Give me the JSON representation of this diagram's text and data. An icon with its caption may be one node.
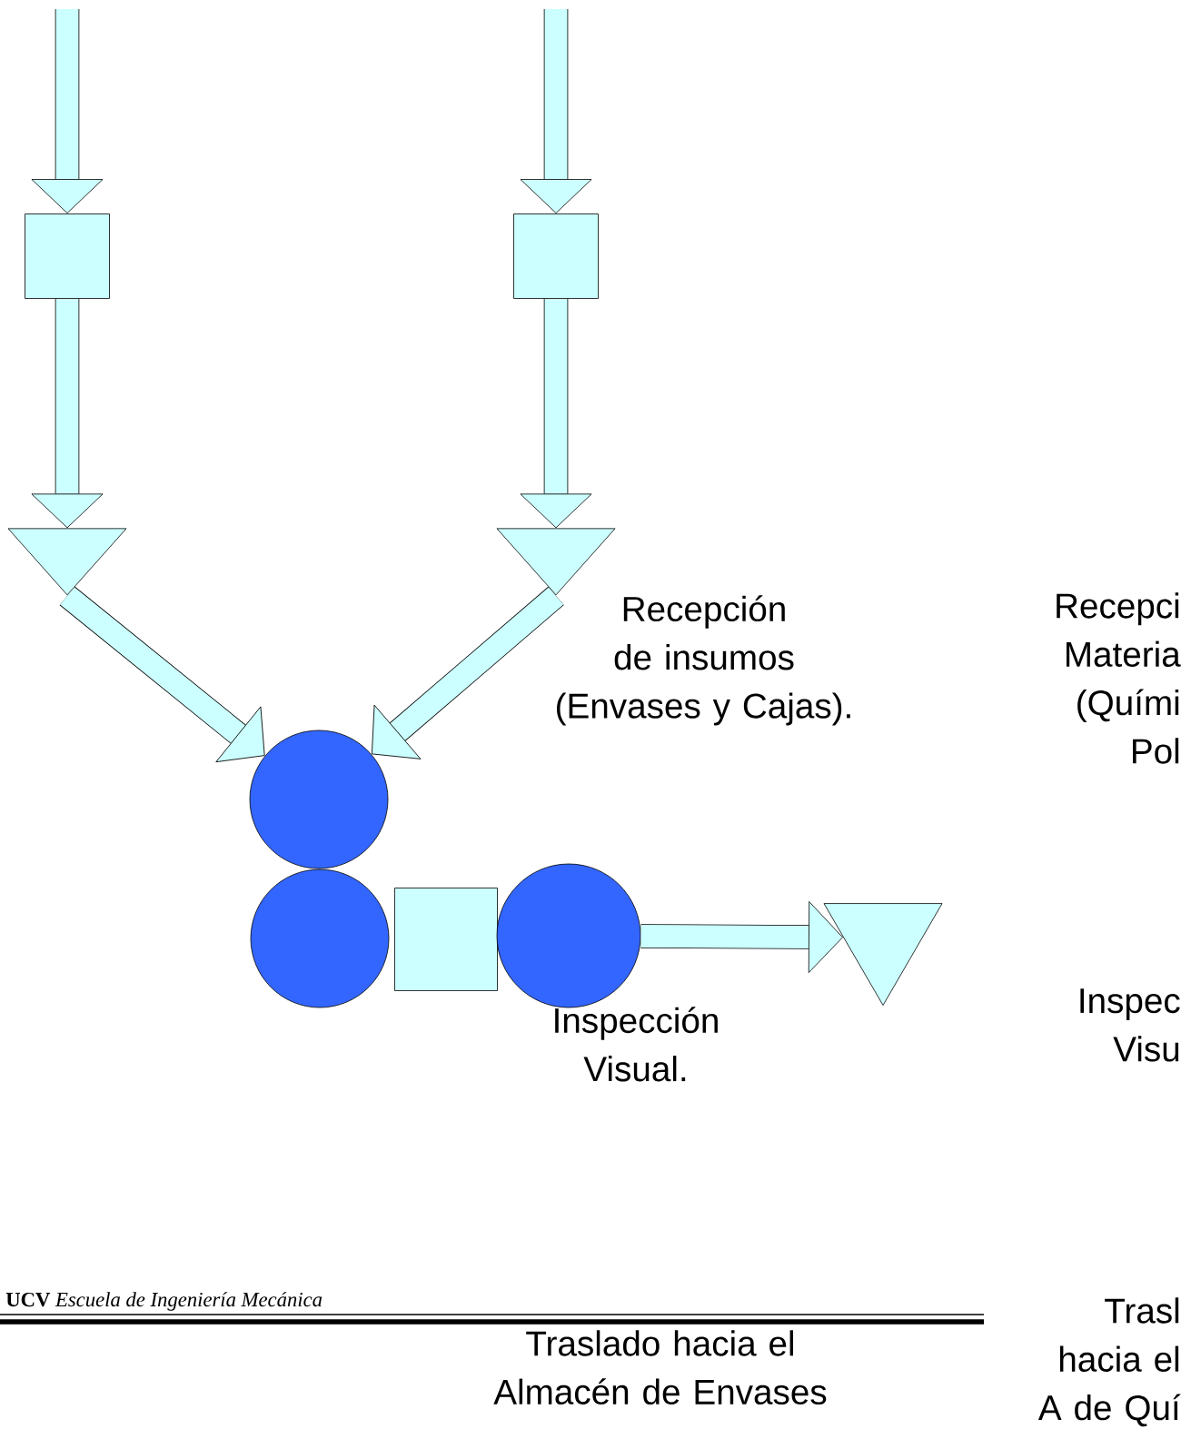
{
  "diagram": {
    "nodes": [
      {
        "text": [],
        "shape": "box"
      },
      {
        "text": [],
        "shape": "box"
      },
      {
        "text": [],
        "shape": "triangle"
      },
      {
        "text": [],
        "shape": "triangle"
      },
      {
        "text": [],
        "shape": "circle"
      },
      {
        "text": [],
        "shape": "circle"
      },
      {
        "text": [],
        "shape": "box"
      },
      {
        "text": [],
        "shape": "circle"
      },
      {
        "text": [],
        "shape": "triangle"
      }
    ],
    "edges": [
      {
        "from": null,
        "to": 0,
        "arrow": "to"
      },
      {
        "from": null,
        "to": 1,
        "arrow": "to"
      },
      {
        "from": 0,
        "to": 2,
        "arrow": "to"
      },
      {
        "from": 1,
        "to": 3,
        "arrow": "to"
      },
      {
        "from": 2,
        "to": 4,
        "arrow": "to"
      },
      {
        "from": 3,
        "to": 4,
        "arrow": "to"
      },
      {
        "from": 7,
        "to": 8,
        "arrow": "to"
      }
    ],
    "labels": [
      "Recepción de insumos (Envases y Cajas).",
      "Recepci Materia (Quími Pol",
      "Inspección Visual.",
      "Inspec Visu",
      "**UCV** *Escuela de Ingeniería Mecánica*",
      "Traslado hacia el Almacén de Envases",
      "Trasl hacia el A de Quí"
    ]
  }
}
